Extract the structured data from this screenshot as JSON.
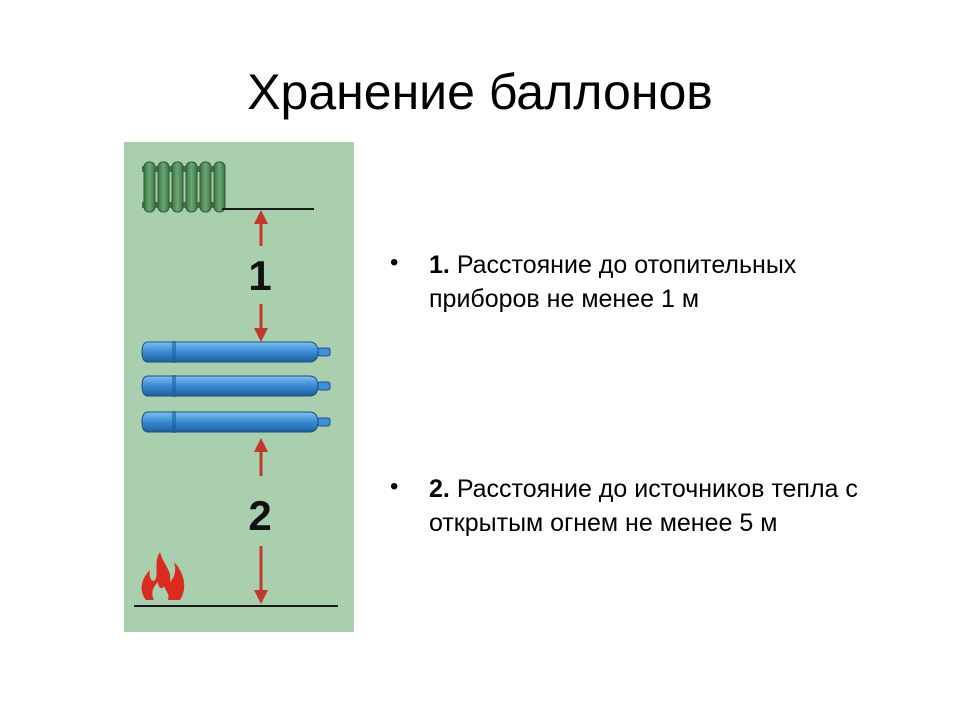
{
  "slide": {
    "title": "Хранение баллонов"
  },
  "illustration": {
    "label_1": "1",
    "label_2": "2",
    "colors": {
      "background": "#a9cfae",
      "radiator": "#4f8a58",
      "cylinder": "#3d8fd6",
      "arrow": "#c0392b",
      "flame": "#d92b1f",
      "floor_line": "#1a1a1a"
    },
    "icons": [
      "radiator-icon",
      "gas-cylinder-icon",
      "flame-icon",
      "arrow-icon"
    ]
  },
  "bullets": [
    {
      "marker": "•",
      "number": "1.",
      "text": "Расстояние до отопительных приборов не менее 1 м"
    },
    {
      "marker": "•",
      "number": "2.",
      "text": "Расстояние до источников тепла с открытым огнем не менее 5 м"
    }
  ]
}
